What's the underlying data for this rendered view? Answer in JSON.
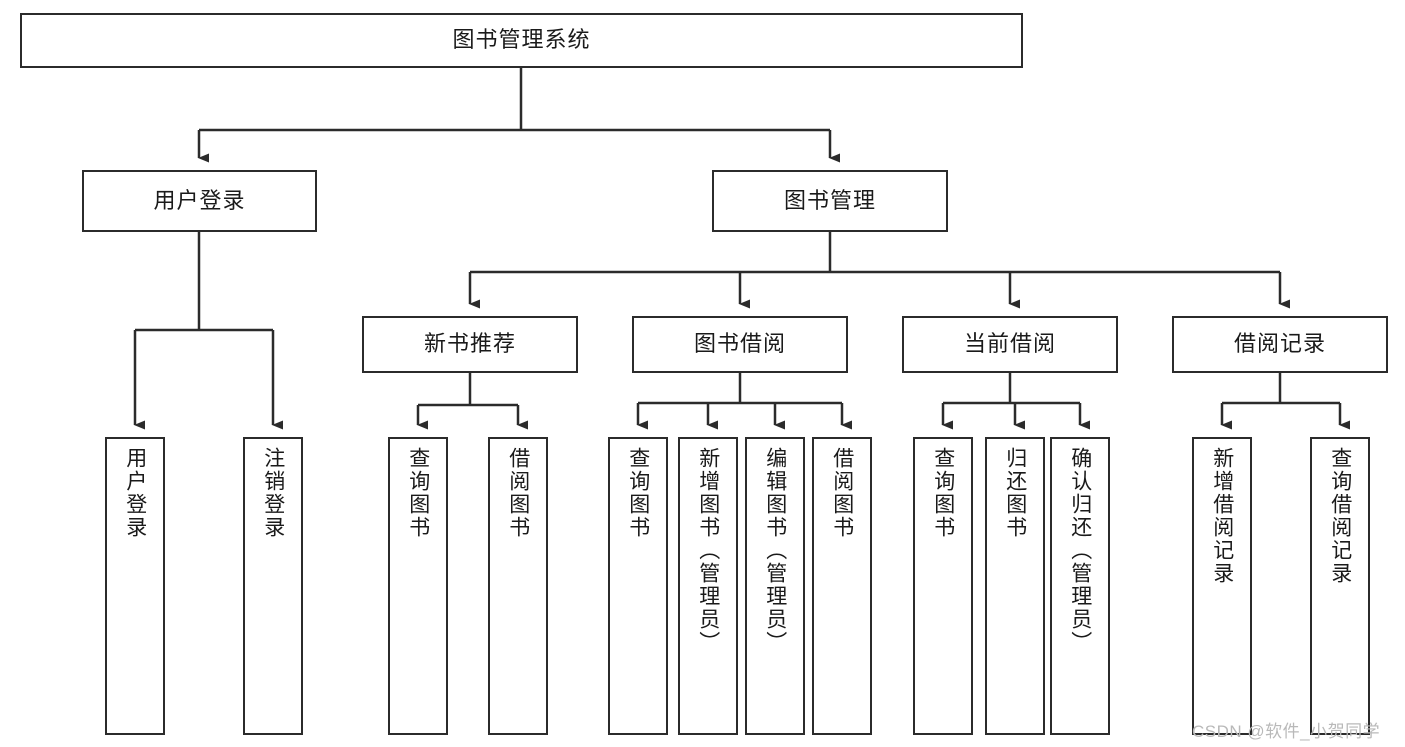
{
  "diagram": {
    "title": "图书管理系统",
    "type": "tree-hierarchy",
    "watermark": "CSDN @软件_小贺同学",
    "colors": {
      "box_border": "#2b2b2b",
      "box_fill": "#ffffff",
      "connector": "#2b2b2b",
      "text": "#1a1a1a",
      "watermark": "#b9b9b9"
    },
    "root": {
      "label": "图书管理系统"
    },
    "level2": [
      {
        "label": "用户登录"
      },
      {
        "label": "图书管理"
      }
    ],
    "level3": [
      {
        "label": "新书推荐"
      },
      {
        "label": "图书借阅"
      },
      {
        "label": "当前借阅"
      },
      {
        "label": "借阅记录"
      }
    ],
    "leaves": {
      "user_login": [
        {
          "label": "用户登录"
        },
        {
          "label": "注销登录"
        }
      ],
      "new_book_recommend": [
        {
          "label": "查询图书"
        },
        {
          "label": "借阅图书"
        }
      ],
      "book_borrow": [
        {
          "label": "查询图书"
        },
        {
          "label": "新增图书（管理员）"
        },
        {
          "label": "编辑图书（管理员）"
        },
        {
          "label": "借阅图书"
        }
      ],
      "current_borrow": [
        {
          "label": "查询图书"
        },
        {
          "label": "归还图书"
        },
        {
          "label": "确认归还（管理员）"
        }
      ],
      "borrow_record": [
        {
          "label": "新增借阅记录"
        },
        {
          "label": "查询借阅记录"
        }
      ]
    }
  }
}
